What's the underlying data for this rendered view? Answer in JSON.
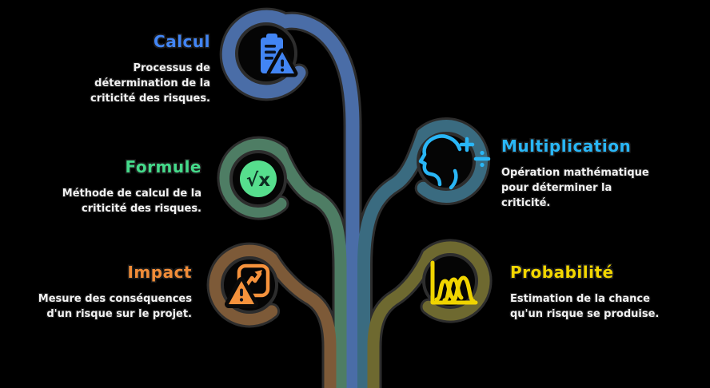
{
  "background": "#000000",
  "outline_color": "#2d2d2d",
  "body_text_color": "#f2f2f2",
  "nodes": [
    {
      "id": "calcul",
      "title": "Calcul",
      "description": "Processus de\ndétermination de la\ncriticité des risques.",
      "title_color": "#4285f4",
      "branch_color": "#4a6da7",
      "icon": "clipboard-alert-icon",
      "icon_color": "#4285f4"
    },
    {
      "id": "formule",
      "title": "Formule",
      "description": "Méthode de calcul de la\ncriticité des risques.",
      "title_color": "#44d98a",
      "branch_color": "#4e7d64",
      "icon": "square-root-icon",
      "icon_color": "#56de8d",
      "formula_text": "√x"
    },
    {
      "id": "impact",
      "title": "Impact",
      "description": "Mesure des conséquences\nd'un risque sur le projet.",
      "title_color": "#f08c38",
      "branch_color": "#7d5a38",
      "icon": "document-trend-alert-icon",
      "icon_color": "#f5923c"
    },
    {
      "id": "multiplication",
      "title": "Multiplication",
      "description": "Opération mathématique\npour déterminer la\ncriticité.",
      "title_color": "#29b6f6",
      "branch_color": "#3a6b80",
      "icon": "head-operations-icon",
      "icon_color": "#29b6f6"
    },
    {
      "id": "probabilite",
      "title": "Probabilité",
      "description": "Estimation de la chance\nqu'un risque se produise.",
      "title_color": "#f2d600",
      "branch_color": "#6e6930",
      "icon": "distribution-chart-icon",
      "icon_color": "#f0d400"
    }
  ]
}
